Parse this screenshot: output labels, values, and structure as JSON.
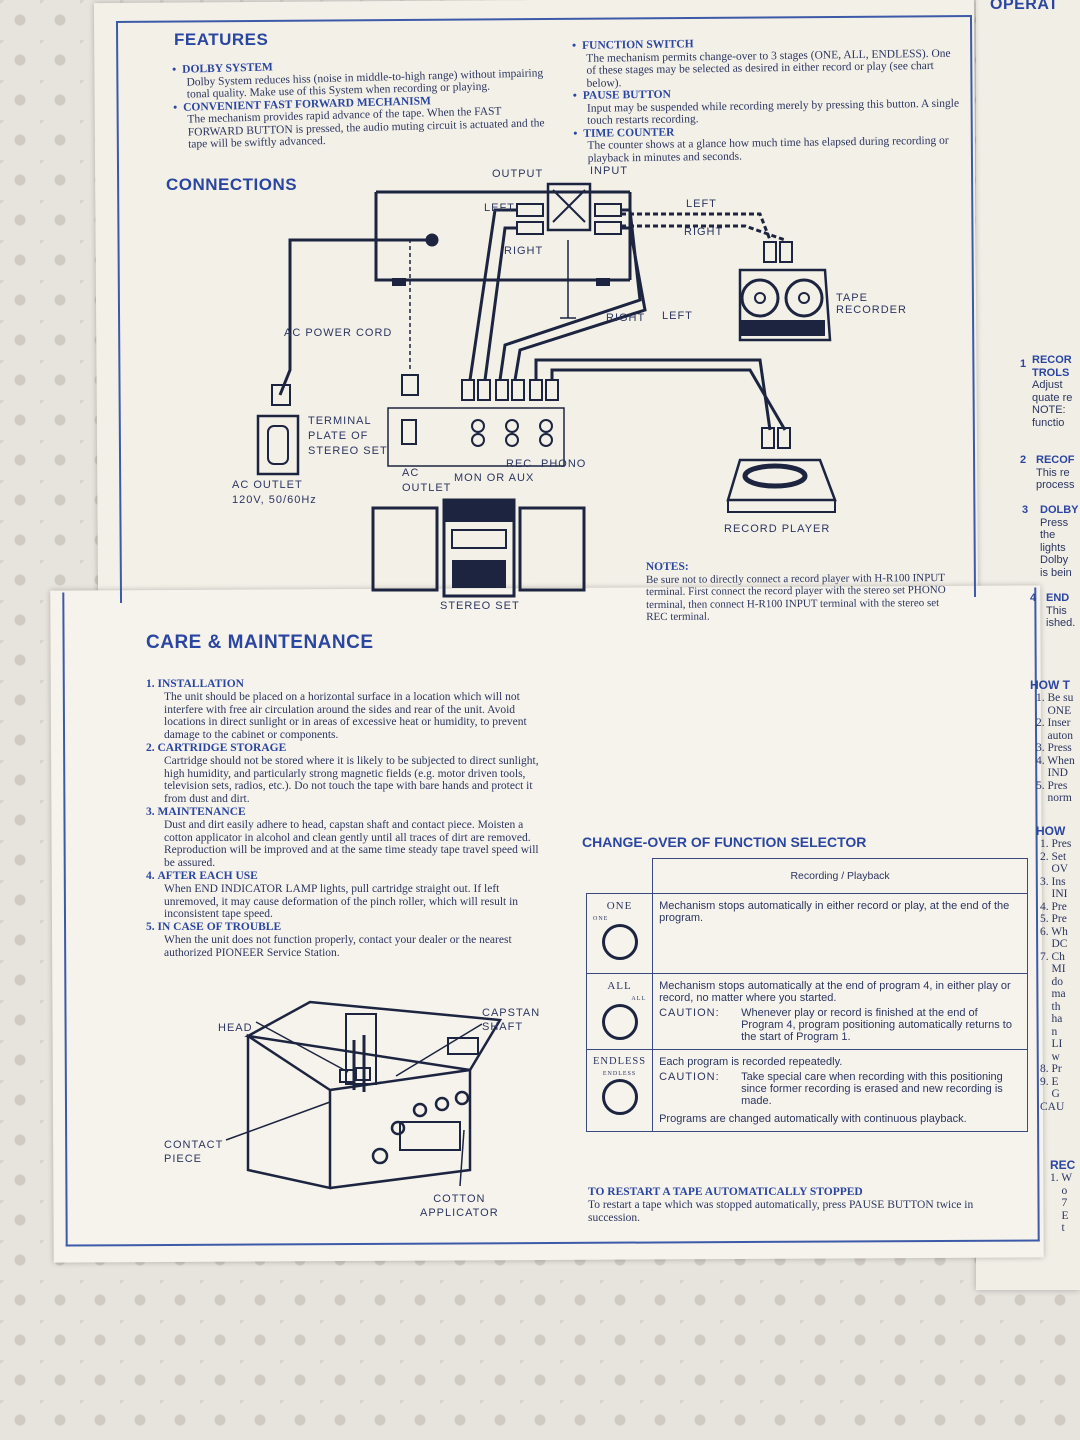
{
  "features": {
    "title": "FEATURES",
    "left": [
      {
        "title": "DOLBY SYSTEM",
        "body": "Dolby System reduces hiss (noise in middle-to-high range) without impairing tonal quality. Make use of this System when recording or playing."
      },
      {
        "title": "CONVENIENT FAST FORWARD MECHANISM",
        "body": "The mechanism provides rapid advance of the tape. When the FAST FORWARD BUTTON is pressed, the audio muting circuit is actuated and the tape will be swiftly advanced."
      }
    ],
    "right": [
      {
        "title": "FUNCTION SWITCH",
        "body": "The mechanism permits change-over to 3 stages (ONE, ALL, ENDLESS). One of these stages may be selected as desired in either record or play (see chart below)."
      },
      {
        "title": "PAUSE BUTTON",
        "body": "Input may be suspended while recording merely by pressing this button. A single touch restarts recording."
      },
      {
        "title": "TIME COUNTER",
        "body": "The counter shows at a glance how much time has elapsed during recording or playback in minutes and seconds."
      }
    ]
  },
  "connections": {
    "title": "CONNECTIONS",
    "labels": {
      "output": "OUTPUT",
      "input": "INPUT",
      "left": "LEFT",
      "right": "RIGHT",
      "tape_left": "LEFT",
      "tape_right": "RIGHT",
      "ac_power_cord": "AC POWER CORD",
      "tape_recorder_1": "TAPE",
      "tape_recorder_2": "RECORDER",
      "rp_right": "RIGHT",
      "rp_left": "LEFT",
      "terminal_1": "TERMINAL",
      "terminal_2": "PLATE OF",
      "terminal_3": "STEREO SET",
      "ac_outlet_1": "AC OUTLET",
      "ac_outlet_2": "120V, 50/60Hz",
      "ac_1": "AC",
      "ac_2": "OUTLET",
      "mon_aux": "MON OR AUX",
      "rec": "REC",
      "phono": "PHONO",
      "record_player": "RECORD PLAYER",
      "stereo_set": "STEREO SET"
    },
    "notes_title": "NOTES:",
    "notes_body": "Be sure not to directly connect a record player with H-R100 INPUT terminal. First connect the record player with the stereo set PHONO terminal, then connect H-R100 INPUT terminal with the stereo set REC terminal."
  },
  "care": {
    "title": "CARE & MAINTENANCE",
    "items": [
      {
        "num": "1.",
        "title": "INSTALLATION",
        "body": "The unit should be placed on a horizontal surface in a location which will not interfere with free air circulation around the sides and rear of the unit. Avoid locations in direct sunlight or in areas of excessive heat or humidity, to prevent damage to the cabinet or components."
      },
      {
        "num": "2.",
        "title": "CARTRIDGE STORAGE",
        "body": "Cartridge should not be stored where it is likely to be subjected to direct sunlight, high humidity, and particularly strong magnetic fields (e.g. motor driven tools, television sets, radios, etc.). Do not touch the tape with bare hands and protect it from dust and dirt."
      },
      {
        "num": "3.",
        "title": "MAINTENANCE",
        "body": "Dust and dirt easily adhere to head, capstan shaft and contact piece. Moisten a cotton applicator in alcohol and clean gently until all traces of dirt are removed. Reproduction will be improved and at the same time steady tape travel speed will be assured."
      },
      {
        "num": "4.",
        "title": "AFTER EACH USE",
        "body": "When END INDICATOR LAMP lights, pull cartridge straight out. If left unremoved, it may cause deformation of the pinch roller, which will result in inconsistent tape speed."
      },
      {
        "num": "5.",
        "title": "IN CASE OF TROUBLE",
        "body": "When the unit does not function properly, contact your dealer or the nearest authorized PIONEER Service Station."
      }
    ],
    "labels": {
      "head": "HEAD",
      "capstan_1": "CAPSTAN",
      "capstan_2": "SHAFT",
      "contact_1": "CONTACT",
      "contact_2": "PIECE",
      "cotton_1": "COTTON",
      "cotton_2": "APPLICATOR"
    }
  },
  "function_selector": {
    "title": "CHANGE-OVER OF FUNCTION SELECTOR",
    "header": "Recording / Playback",
    "rows": [
      {
        "mode": "ONE",
        "knob_label": "ONE",
        "text": "Mechanism stops automatically in either record or play, at the end of the program."
      },
      {
        "mode": "ALL",
        "knob_label": "ALL",
        "text": "Mechanism stops automatically at the end of program 4, in either play or record, no matter where you started.",
        "caution_label": "CAUTION:",
        "caution": "Whenever play or record is finished at the end of Program 4, program positioning automatically returns to the start of Program 1."
      },
      {
        "mode": "ENDLESS",
        "knob_label": "ENDLESS",
        "text": "Each program is recorded repeatedly.",
        "caution_label": "CAUTION:",
        "caution": "Take special care when recording with this positioning since former recording is erased and new recording is made.",
        "extra": "Programs are changed automatically with continuous playback."
      }
    ],
    "restart_title": "TO RESTART A TAPE AUTOMATICALLY STOPPED",
    "restart_body": "To restart a tape which was stopped automatically, press PAUSE BUTTON twice in succession."
  },
  "right_page": {
    "title": "OPERAT",
    "items": [
      {
        "num": "1",
        "lines": [
          "RECOR",
          "TROLS",
          "Adjust",
          "quate re",
          "NOTE:",
          "functio"
        ]
      },
      {
        "num": "2",
        "lines": [
          "RECOF",
          "This re",
          "process"
        ]
      },
      {
        "num": "3",
        "lines": [
          "DOLBY",
          "Press",
          "the",
          "lights",
          "Dolby",
          "is bein"
        ]
      },
      {
        "num": "4",
        "lines": [
          "END",
          "This",
          "ished."
        ]
      }
    ],
    "how1_title": "HOW T",
    "how1_lines": [
      "1. Be su",
      "ONE",
      "2. Inser",
      "auton",
      "3. Press",
      "4. When",
      "IND",
      "5. Pres",
      "norm"
    ],
    "how2_title": "HOW",
    "how2_lines": [
      "1. Pres",
      "2. Set",
      "OV",
      "3. Ins",
      "INI",
      "4. Pre",
      "5. Pre",
      "6. Wh",
      "DC",
      "7. Ch",
      "MI",
      "do",
      "ma",
      "th",
      "ha",
      "n",
      "LI",
      "w",
      "8. Pr",
      "9. E",
      "G",
      "CAU"
    ],
    "rec_title": "REC",
    "rec_lines": [
      "1. W",
      "o",
      "7",
      "E",
      "t"
    ]
  }
}
